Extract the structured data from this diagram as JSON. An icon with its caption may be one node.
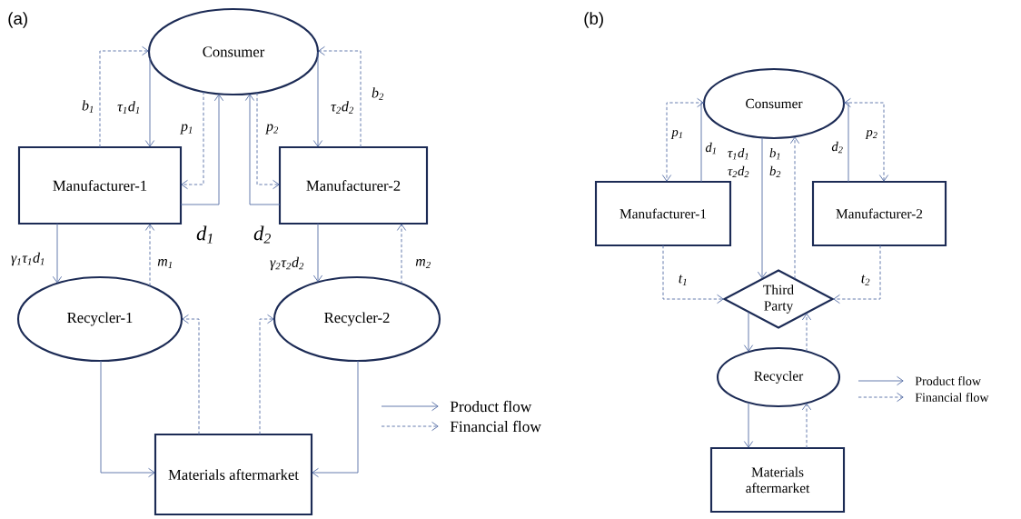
{
  "diagram": {
    "nodes": [
      {
        "text": [
          "Consumer"
        ]
      },
      {
        "text": [
          "Manufacturer-1"
        ]
      },
      {
        "text": [
          "Manufacturer-2"
        ]
      },
      {
        "text": [
          "Recycler-1"
        ]
      },
      {
        "text": [
          "Recycler-2"
        ]
      },
      {
        "text": [
          "Materials aftermarket"
        ]
      },
      {
        "text": [
          "Consumer"
        ]
      },
      {
        "text": [
          "Manufacturer-1"
        ]
      },
      {
        "text": [
          "Manufacturer-2"
        ]
      },
      {
        "text": [
          "Third Party"
        ]
      },
      {
        "text": [
          "Recycler"
        ]
      },
      {
        "text": [
          "Materials aftermarket"
        ]
      }
    ],
    "edges": [
      {
        "from": 1,
        "to": 0,
        "arrow": "to",
        "style": "dashed",
        "label": "b$_{1}$"
      },
      {
        "from": 0,
        "to": 1,
        "arrow": "to",
        "label": "τ$_{1}$d$_{1}$"
      },
      {
        "from": 0,
        "to": 1,
        "arrow": "to",
        "style": "dashed",
        "label": "p$_{1}$"
      },
      {
        "from": 1,
        "to": 0,
        "arrow": "to",
        "label": "d$_{1}$"
      },
      {
        "from": 2,
        "to": 0,
        "arrow": "to",
        "label": "d$_{2}$"
      },
      {
        "from": 0,
        "to": 2,
        "arrow": "to",
        "style": "dashed",
        "label": "p$_{2}$"
      },
      {
        "from": 0,
        "to": 2,
        "arrow": "to",
        "label": "τ$_{2}$d$_{2}$"
      },
      {
        "from": 2,
        "to": 0,
        "arrow": "to",
        "style": "dashed",
        "label": "b$_{2}$"
      },
      {
        "from": 1,
        "to": 3,
        "arrow": "to",
        "label": "γ$_{1}$τ$_{1}$d$_{1}$"
      },
      {
        "from": 3,
        "to": 1,
        "arrow": "to",
        "style": "dashed",
        "label": "m$_{1}$"
      },
      {
        "from": 2,
        "to": 4,
        "arrow": "to",
        "label": "γ$_{2}$τ$_{2}$d$_{2}$"
      },
      {
        "from": 4,
        "to": 2,
        "arrow": "to",
        "style": "dashed",
        "label": "m$_{2}$"
      },
      {
        "from": 3,
        "to": 5,
        "arrow": "to"
      },
      {
        "from": 5,
        "to": 3,
        "arrow": "to",
        "style": "dashed"
      },
      {
        "from": 5,
        "to": 4,
        "arrow": "to",
        "style": "dashed"
      },
      {
        "from": 4,
        "to": 5,
        "arrow": "to"
      },
      {
        "from": 6,
        "to": 7,
        "arrow": "to",
        "style": "dashed",
        "label": "p$_{1}$"
      },
      {
        "from": 7,
        "to": 6,
        "arrow": "to",
        "label": "d$_{1}$"
      },
      {
        "from": 6,
        "to": 9,
        "arrow": "to",
        "label": "τ$_{1}$d$_{1}$ τ$_{2}$d$_{2}$"
      },
      {
        "from": 9,
        "to": 6,
        "arrow": "to",
        "style": "dashed",
        "label": "b$_{1}$ b$_{2}$"
      },
      {
        "from": 8,
        "to": 6,
        "arrow": "to",
        "label": "d$_{2}$"
      },
      {
        "from": 6,
        "to": 8,
        "arrow": "to",
        "style": "dashed",
        "label": "p$_{2}$"
      },
      {
        "from": 7,
        "to": 9,
        "arrow": "to",
        "style": "dashed",
        "label": "t$_{1}$"
      },
      {
        "from": 8,
        "to": 9,
        "arrow": "to",
        "style": "dashed",
        "label": "t$_{2}$"
      },
      {
        "from": 9,
        "to": 10,
        "arrow": "to"
      },
      {
        "from": 10,
        "to": 9,
        "arrow": "to",
        "style": "dashed"
      },
      {
        "from": 10,
        "to": 11,
        "arrow": "to"
      },
      {
        "from": 11,
        "to": 10,
        "arrow": "to",
        "style": "dashed"
      }
    ],
    "labels": [
      "(a)",
      "(b)"
    ],
    "legend": [
      {
        "text": "Product flow"
      },
      {
        "text": "Financial flow"
      },
      {
        "text": "Product flow"
      },
      {
        "text": "Financial flow"
      }
    ]
  }
}
